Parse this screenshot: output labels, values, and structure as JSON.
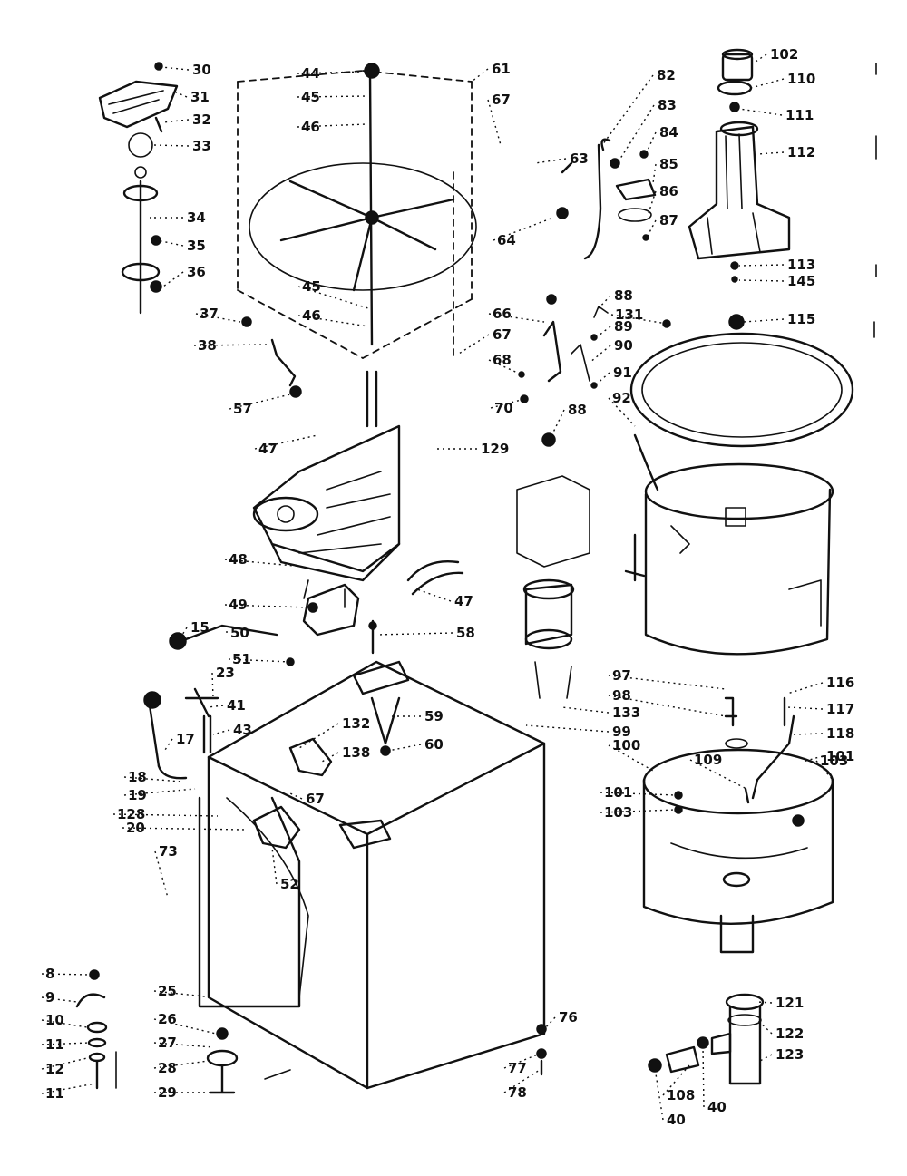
{
  "labels": [
    {
      "id": "p30",
      "text": "30"
    },
    {
      "id": "p31",
      "text": "31"
    },
    {
      "id": "p32",
      "text": "32"
    },
    {
      "id": "p33",
      "text": "33"
    },
    {
      "id": "p34",
      "text": "34"
    },
    {
      "id": "p35",
      "text": "35"
    },
    {
      "id": "p36",
      "text": "36"
    },
    {
      "id": "p37",
      "text": "37"
    },
    {
      "id": "p38",
      "text": "38"
    },
    {
      "id": "p57",
      "text": "57"
    },
    {
      "id": "p44",
      "text": "44"
    },
    {
      "id": "p45",
      "text": "45"
    },
    {
      "id": "p46",
      "text": "46"
    },
    {
      "id": "p45b",
      "text": "45"
    },
    {
      "id": "p46b",
      "text": "46"
    },
    {
      "id": "p61",
      "text": "61"
    },
    {
      "id": "p67",
      "text": "67"
    },
    {
      "id": "p63",
      "text": "63"
    },
    {
      "id": "p64",
      "text": "64"
    },
    {
      "id": "p66",
      "text": "66"
    },
    {
      "id": "p67b",
      "text": "67"
    },
    {
      "id": "p68",
      "text": "68"
    },
    {
      "id": "p70",
      "text": "70"
    },
    {
      "id": "p82",
      "text": "82"
    },
    {
      "id": "p83",
      "text": "83"
    },
    {
      "id": "p84",
      "text": "84"
    },
    {
      "id": "p85",
      "text": "85"
    },
    {
      "id": "p86",
      "text": "86"
    },
    {
      "id": "p87",
      "text": "87"
    },
    {
      "id": "p88",
      "text": "88"
    },
    {
      "id": "p131",
      "text": "131"
    },
    {
      "id": "p89",
      "text": "89"
    },
    {
      "id": "p90",
      "text": "90"
    },
    {
      "id": "p91",
      "text": "91"
    },
    {
      "id": "p92",
      "text": "92"
    },
    {
      "id": "p88b",
      "text": "88"
    },
    {
      "id": "p102",
      "text": "102"
    },
    {
      "id": "p110",
      "text": "110"
    },
    {
      "id": "p111",
      "text": "111"
    },
    {
      "id": "p112",
      "text": "112"
    },
    {
      "id": "p113",
      "text": "113"
    },
    {
      "id": "p145",
      "text": "145"
    },
    {
      "id": "p115",
      "text": "115"
    },
    {
      "id": "p47",
      "text": "47"
    },
    {
      "id": "p129",
      "text": "129"
    },
    {
      "id": "p48",
      "text": "48"
    },
    {
      "id": "p49",
      "text": "49"
    },
    {
      "id": "p50",
      "text": "50"
    },
    {
      "id": "p15",
      "text": "15"
    },
    {
      "id": "p51",
      "text": "51"
    },
    {
      "id": "p47b",
      "text": "47"
    },
    {
      "id": "p58",
      "text": "58"
    },
    {
      "id": "p23",
      "text": "23"
    },
    {
      "id": "p41",
      "text": "41"
    },
    {
      "id": "p43",
      "text": "43"
    },
    {
      "id": "p17",
      "text": "17"
    },
    {
      "id": "p18",
      "text": "18"
    },
    {
      "id": "p19",
      "text": "19"
    },
    {
      "id": "p128",
      "text": "128"
    },
    {
      "id": "p20",
      "text": "20"
    },
    {
      "id": "p132",
      "text": "132"
    },
    {
      "id": "p138",
      "text": "138"
    },
    {
      "id": "p59",
      "text": "59"
    },
    {
      "id": "p60",
      "text": "60"
    },
    {
      "id": "p67c",
      "text": "67"
    },
    {
      "id": "p52",
      "text": "52"
    },
    {
      "id": "p73",
      "text": "73"
    },
    {
      "id": "p8",
      "text": "8"
    },
    {
      "id": "p9",
      "text": "9"
    },
    {
      "id": "p10",
      "text": "10"
    },
    {
      "id": "p11",
      "text": "11"
    },
    {
      "id": "p12",
      "text": "12"
    },
    {
      "id": "p11b",
      "text": "11"
    },
    {
      "id": "p25",
      "text": "25"
    },
    {
      "id": "p26",
      "text": "26"
    },
    {
      "id": "p27",
      "text": "27"
    },
    {
      "id": "p28",
      "text": "28"
    },
    {
      "id": "p29",
      "text": "29"
    },
    {
      "id": "p76",
      "text": "76"
    },
    {
      "id": "p77",
      "text": "77"
    },
    {
      "id": "p78",
      "text": "78"
    },
    {
      "id": "p97",
      "text": "97"
    },
    {
      "id": "p98",
      "text": "98"
    },
    {
      "id": "p133",
      "text": "133"
    },
    {
      "id": "p99",
      "text": "99"
    },
    {
      "id": "p100",
      "text": "100"
    },
    {
      "id": "p116",
      "text": "116"
    },
    {
      "id": "p117",
      "text": "117"
    },
    {
      "id": "p118",
      "text": "118"
    },
    {
      "id": "p101",
      "text": "101"
    },
    {
      "id": "p109",
      "text": "109"
    },
    {
      "id": "p103",
      "text": "103"
    },
    {
      "id": "p101b",
      "text": "101"
    },
    {
      "id": "p103b",
      "text": "103"
    },
    {
      "id": "p121",
      "text": "121"
    },
    {
      "id": "p122",
      "text": "122"
    },
    {
      "id": "p123",
      "text": "123"
    },
    {
      "id": "p108",
      "text": "108"
    },
    {
      "id": "p40",
      "text": "40"
    },
    {
      "id": "p40b",
      "text": "40"
    }
  ]
}
